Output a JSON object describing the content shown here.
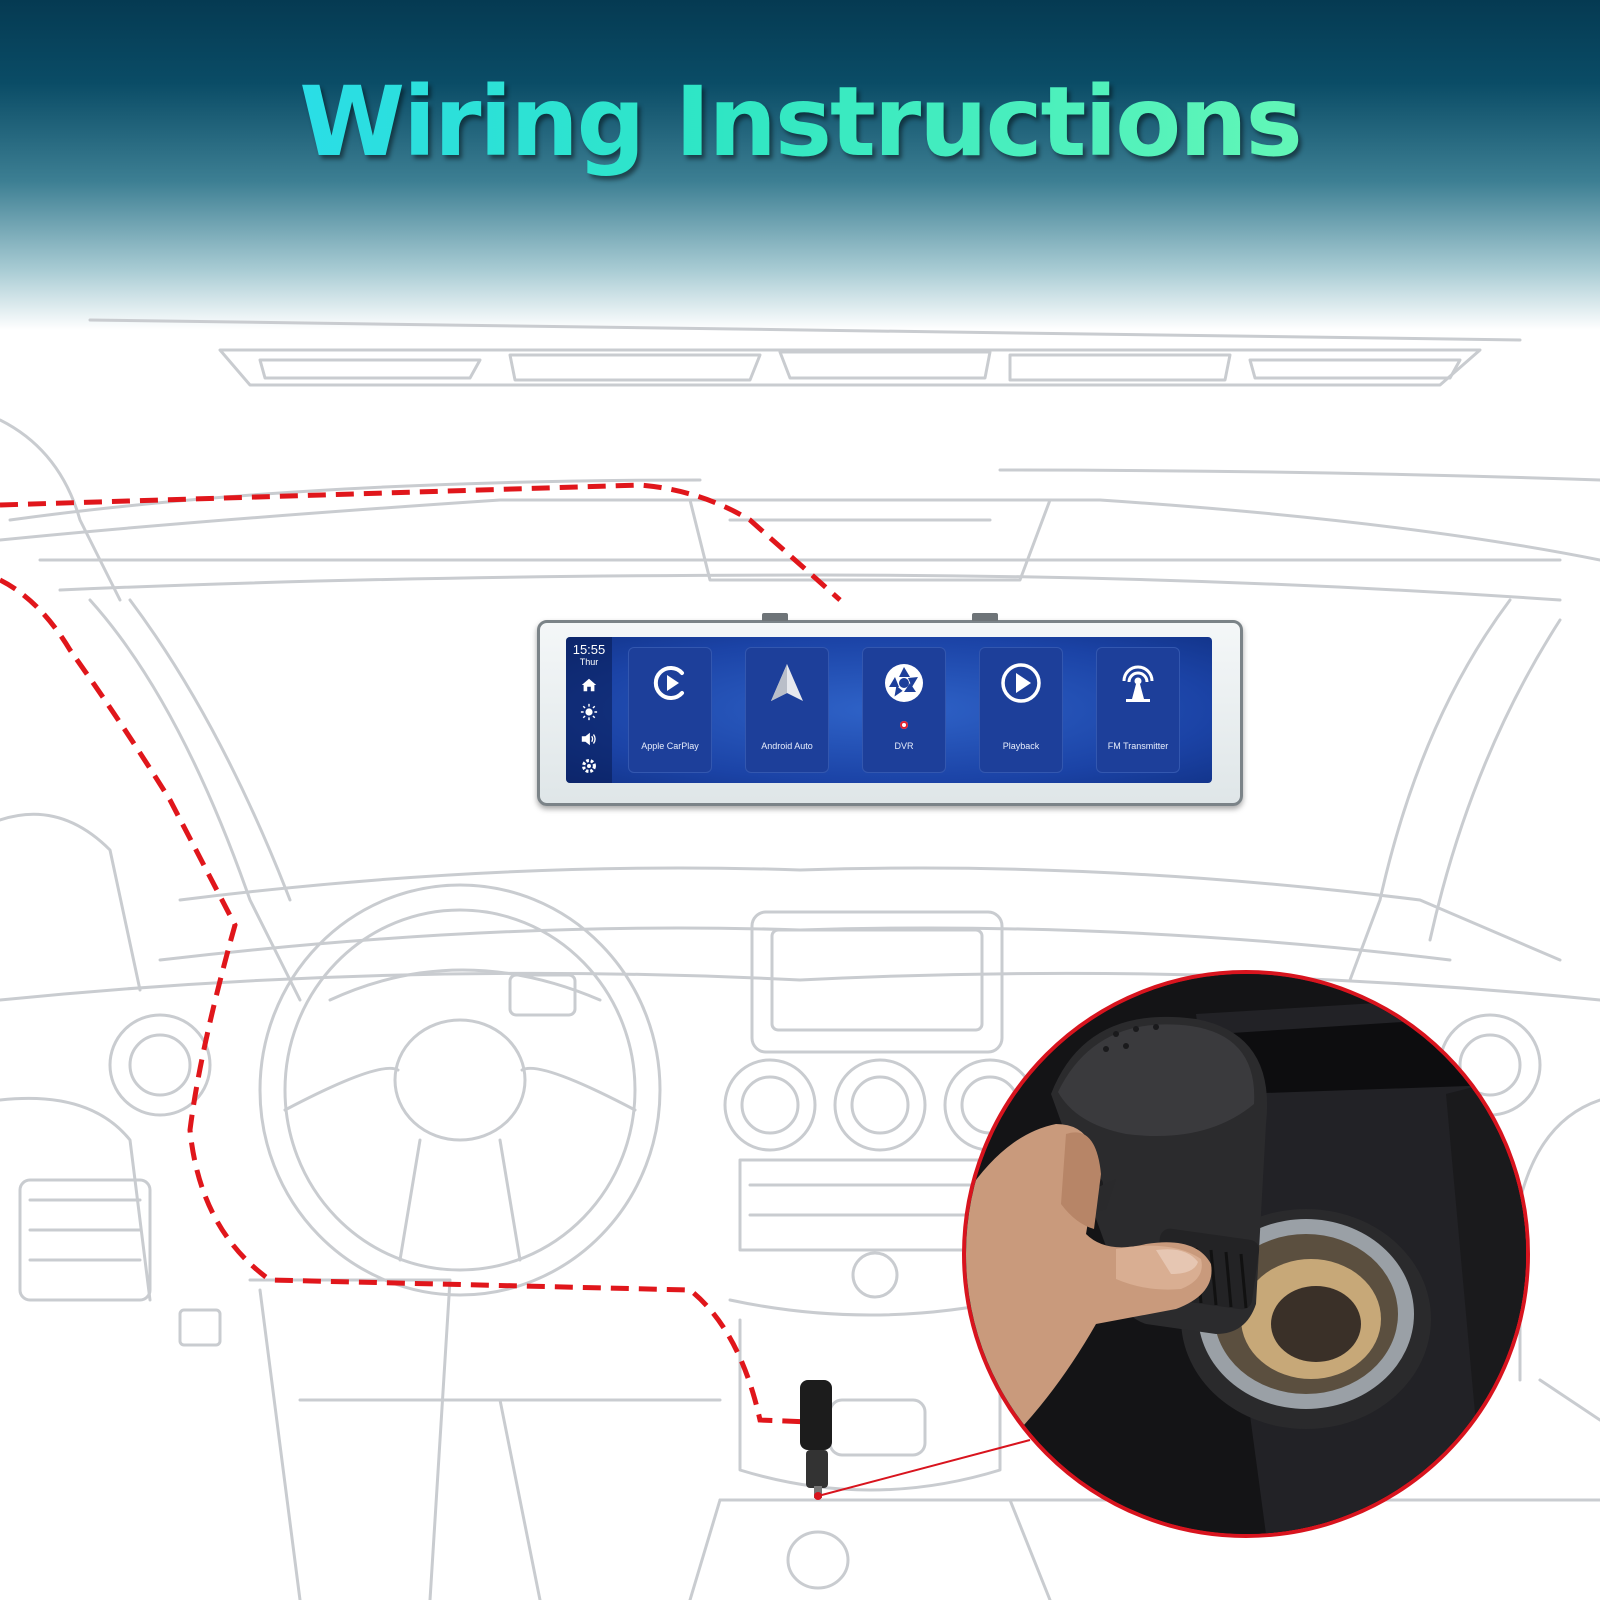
{
  "header": {
    "title": "Wiring Instructions"
  },
  "mirror_screen": {
    "time": "15:55",
    "day": "Thur",
    "side_icons": [
      "home-icon",
      "brightness-icon",
      "volume-icon",
      "settings-icon"
    ],
    "apps": [
      {
        "label": "Apple CarPlay",
        "icon": "carplay-icon"
      },
      {
        "label": "Android Auto",
        "icon": "android-auto-icon"
      },
      {
        "label": "DVR",
        "icon": "camera-shutter-icon"
      },
      {
        "label": "Playback",
        "icon": "play-icon"
      },
      {
        "label": "FM Transmitter",
        "icon": "fm-antenna-icon"
      }
    ]
  },
  "colors": {
    "wire_route": "#e0161b",
    "zoom_border": "#d8141e",
    "screen_blue": "#1b43a6",
    "title_gradient_start": "#27d7ff",
    "title_gradient_end": "#7dffb0"
  }
}
